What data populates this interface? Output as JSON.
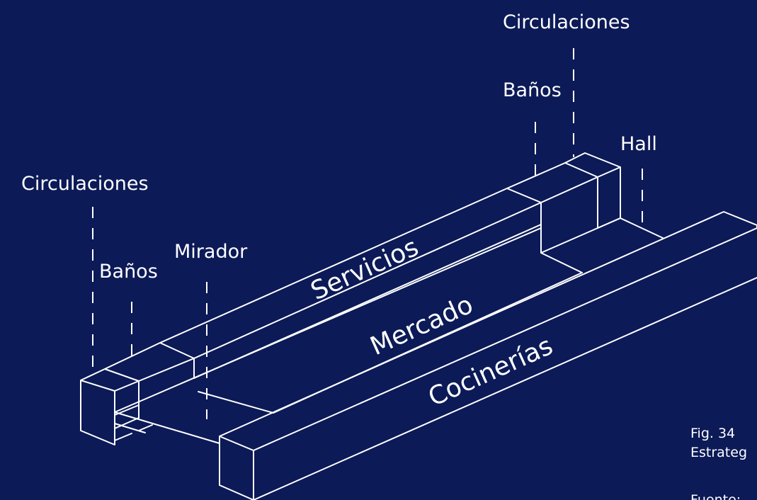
{
  "diagram": {
    "volumes": {
      "servicios": "Servicios",
      "mercado": "Mercado",
      "cocinerias": "Cocinerías"
    },
    "labels": {
      "circulaciones_left": "Circulaciones",
      "banos_left": "Baños",
      "mirador": "Mirador",
      "circulaciones_right": "Circulaciones",
      "banos_right": "Baños",
      "hall": "Hall"
    },
    "caption": {
      "figure": "Fig. 34",
      "title": "Estrateg",
      "source": "Fuente:"
    }
  },
  "colors": {
    "background": "#0c1a57",
    "line": "#ffffff"
  }
}
